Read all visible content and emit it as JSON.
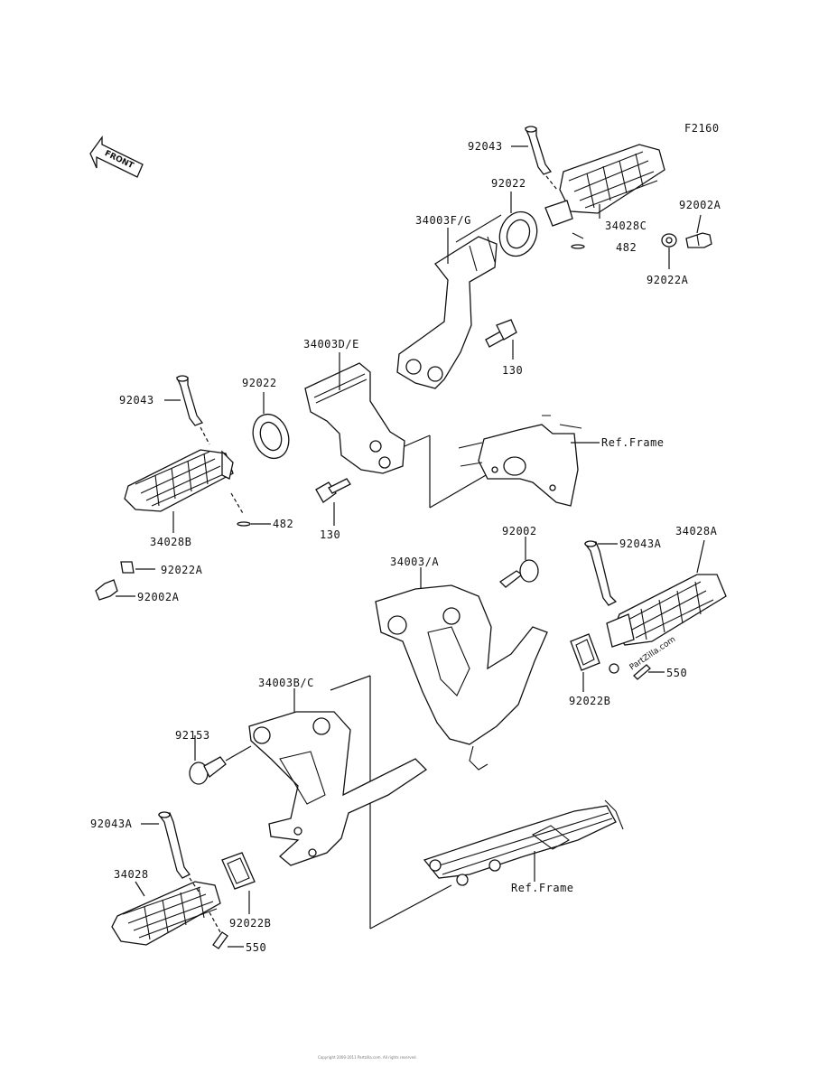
{
  "diagram_code": "F2160",
  "front_arrow_label": "FRONT",
  "labels": {
    "p92043_top": "92043",
    "p92022_top": "92022",
    "p34003FG": "34003F/G",
    "p34028C": "34028C",
    "p482_top": "482",
    "p92002A_top": "92002A",
    "p92022A_top": "92022A",
    "p34003DE": "34003D/E",
    "p130_top": "130",
    "p92043_left": "92043",
    "p92022_left": "92022",
    "ref_frame_top": "Ref.Frame",
    "p482_left": "482",
    "p130_left": "130",
    "p34028B": "34028B",
    "p92022A_left": "92022A",
    "p92002A_left": "92002A",
    "p34003A": "34003/A",
    "p92002": "92002",
    "p92043A_right": "92043A",
    "p34028A": "34028A",
    "p550_right": "550",
    "p92022B_right": "92022B",
    "p34003BC": "34003B/C",
    "p92153": "92153",
    "p92043A_left": "92043A",
    "p34028": "34028",
    "p92022B_left": "92022B",
    "p550_left": "550",
    "ref_frame_bottom": "Ref.Frame"
  },
  "watermark": "PartZilla.com",
  "footer": "Copyright 2000-2011 Partzilla.com. All rights reserved."
}
